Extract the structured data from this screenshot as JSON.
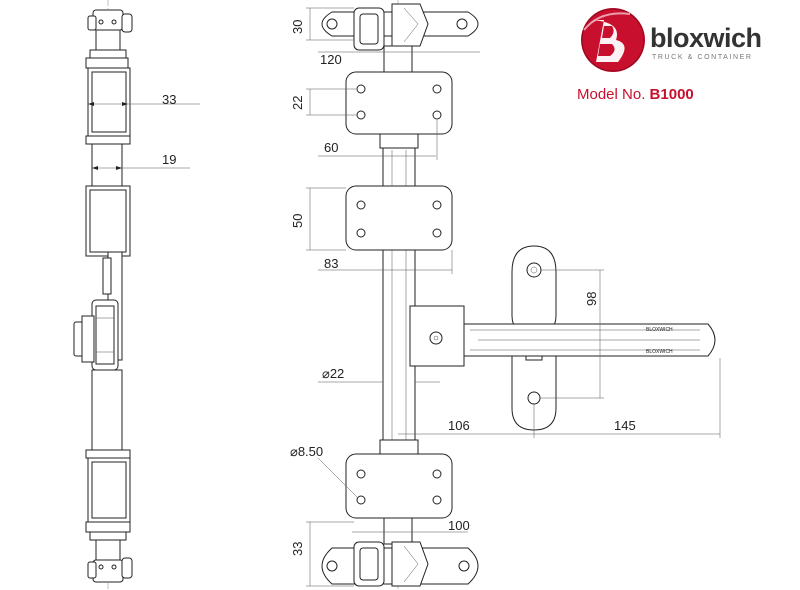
{
  "brand": {
    "name": "bloxwich",
    "tagline": "TRUCK & CONTAINER",
    "logo_color": "#c8102e"
  },
  "model": {
    "label": "Model No.",
    "number": "B1000"
  },
  "dimensions": {
    "side_top_width": "33",
    "side_bar_width": "19",
    "top_hinge_height": "30",
    "top_hinge_width": "120",
    "bracket_hole_spacing_upper": "22",
    "bracket_hole_pitch_upper": "60",
    "bracket_height_lower": "50",
    "bracket_width_lower": "83",
    "bar_diameter": "⌀22",
    "handle_pivot_height": "98",
    "handle_offset": "106",
    "handle_length": "145",
    "hole_diameter": "⌀8.50",
    "bottom_hinge_height": "33",
    "bottom_hinge_width": "100"
  },
  "handle_text": {
    "front": "BLOXWICH",
    "back": "BLOXWICH"
  }
}
